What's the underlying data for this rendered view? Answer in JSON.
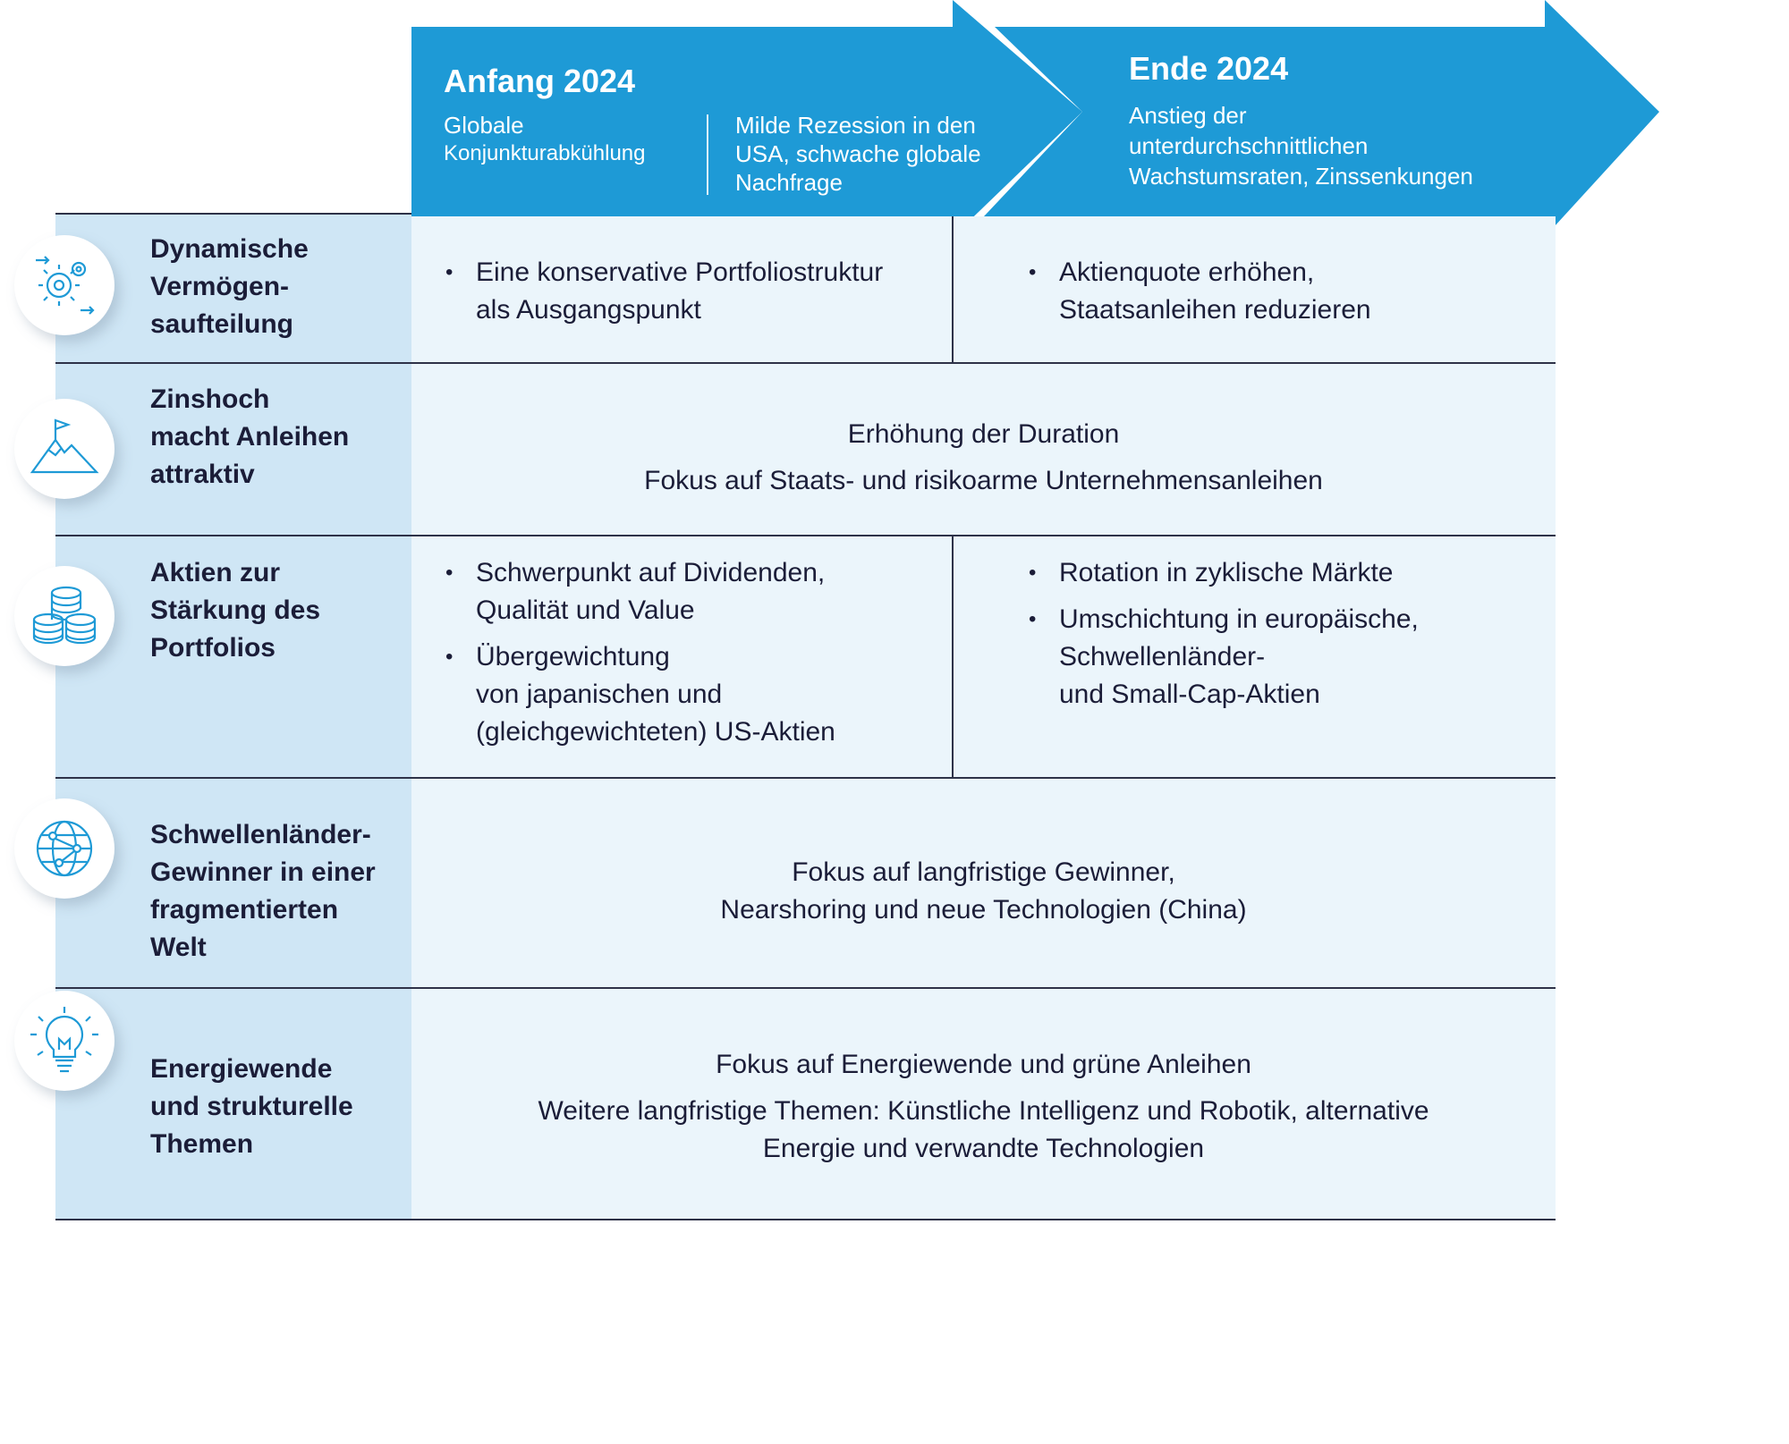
{
  "colors": {
    "arrow": "#1e9ad6",
    "label_bg": "#cfe6f5",
    "content_bg": "#ebf5fb",
    "text": "#1b1d38",
    "icon": "#1e9ad6"
  },
  "header": {
    "phase1": {
      "title": "Anfang 2024",
      "left_lines": [
        "Globale",
        "Konjunkturabkühlung"
      ],
      "right_lines": [
        "Milde Rezession in den",
        "USA, schwache globale",
        "Nachfrage"
      ]
    },
    "phase2": {
      "title": "Ende 2024",
      "lines": [
        "Anstieg der",
        "unterdurchschnittlichen",
        "Wachstumsraten, Zinssenkungen"
      ]
    }
  },
  "rows": [
    {
      "icon": "gears-icon",
      "label": [
        "Dynamische",
        "Vermögen-",
        "saufteilung"
      ],
      "col1": [
        [
          "Eine konservative Portfoliostruktur",
          "als Ausgangspunkt"
        ]
      ],
      "col2": [
        [
          "Aktienquote erhöhen,",
          "Staatsanleihen reduzieren"
        ]
      ]
    },
    {
      "icon": "mountain-flag-icon",
      "label": [
        "Zinshoch",
        "macht Anleihen",
        "attraktiv"
      ],
      "center": [
        "Erhöhung der Duration",
        "Fokus auf Staats- und risikoarme Unternehmensanleihen"
      ]
    },
    {
      "icon": "coins-icon",
      "label": [
        "Aktien zur",
        "Stärkung des",
        "Portfolios"
      ],
      "col1": [
        [
          "Schwerpunkt auf Dividenden,",
          "Qualität und Value"
        ],
        [
          "Übergewichtung",
          "von japanischen und",
          "(gleichgewichteten) US-Aktien"
        ]
      ],
      "col2": [
        [
          "Rotation in zyklische Märkte"
        ],
        [
          "Umschichtung in europäische,",
          "Schwellenländer-",
          "und Small-Cap-Aktien"
        ]
      ]
    },
    {
      "icon": "globe-network-icon",
      "label": [
        "Schwellenländer-",
        "Gewinner in einer",
        "fragmentierten",
        "Welt"
      ],
      "center": [
        "Fokus auf langfristige Gewinner,",
        "Nearshoring und neue Technologien (China)"
      ]
    },
    {
      "icon": "lightbulb-icon",
      "label": [
        "Energiewende",
        "und strukturelle",
        "Themen"
      ],
      "center": [
        "Fokus auf Energiewende und grüne Anleihen",
        "Weitere langfristige Themen: Künstliche Intelligenz und Robotik, alternative",
        "Energie und verwandte Technologien"
      ]
    }
  ]
}
